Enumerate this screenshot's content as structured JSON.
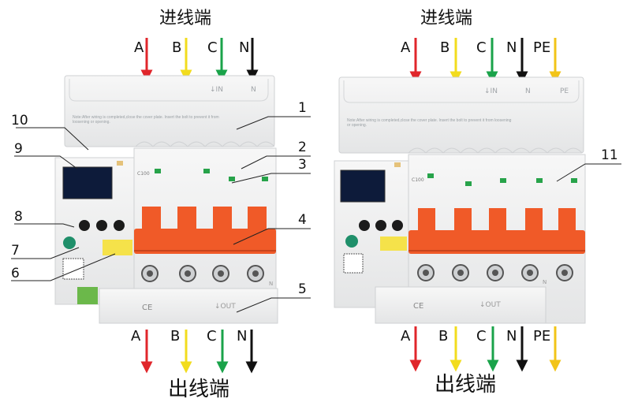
{
  "palette": {
    "phase_a": "#e0262b",
    "phase_b": "#f2dc1e",
    "phase_c": "#1aa34a",
    "neutral": "#111111",
    "pe": "#f2c418",
    "handle": "#f05a28",
    "body": "#f1f2f2",
    "line": "#2a2a2a"
  },
  "left_device": {
    "top_title": "进线端",
    "bottom_title": "出线端",
    "top_terminals": [
      "A",
      "B",
      "C",
      "N"
    ],
    "bottom_terminals": [
      "A",
      "B",
      "C",
      "N"
    ],
    "in_label": "↓IN",
    "in_n_label": "N",
    "out_label": "↓OUT",
    "notice_text": "Note:After wiring is completed,close the cover plate. Insert the bolt to prevent it from loosening or opening.",
    "rating_text": "C100",
    "mark_ce": "CE",
    "mark_n": "N"
  },
  "right_device": {
    "top_title": "进线端",
    "bottom_title": "出线端",
    "top_terminals": [
      "A",
      "B",
      "C",
      "N",
      "PE"
    ],
    "bottom_terminals": [
      "A",
      "B",
      "C",
      "N",
      "PE"
    ],
    "in_label": "↓IN",
    "in_n_label": "N",
    "in_pe_label": "PE",
    "out_label": "↓OUT",
    "notice_text": "Note:After wiring is completed,close the cover plate. Insert the bolt to prevent it from loosening or opening.",
    "rating_text": "C100",
    "mark_ce": "CE",
    "mark_n": "N"
  },
  "callouts": {
    "c1": "1",
    "c2": "2",
    "c3": "3",
    "c4": "4",
    "c5": "5",
    "c6": "6",
    "c7": "7",
    "c8": "8",
    "c9": "9",
    "c10": "10",
    "c11": "11"
  }
}
